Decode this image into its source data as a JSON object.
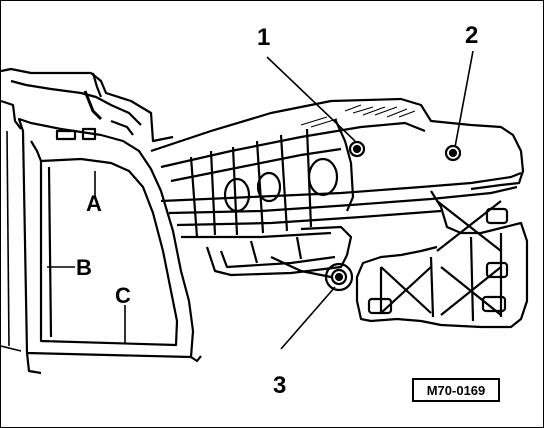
{
  "callouts": {
    "one": "1",
    "two": "2",
    "three": "3",
    "a": "A",
    "b": "B",
    "c": "C"
  },
  "reference_code": "M70-0169",
  "colors": {
    "ink": "#000000",
    "paper": "#ffffff"
  }
}
